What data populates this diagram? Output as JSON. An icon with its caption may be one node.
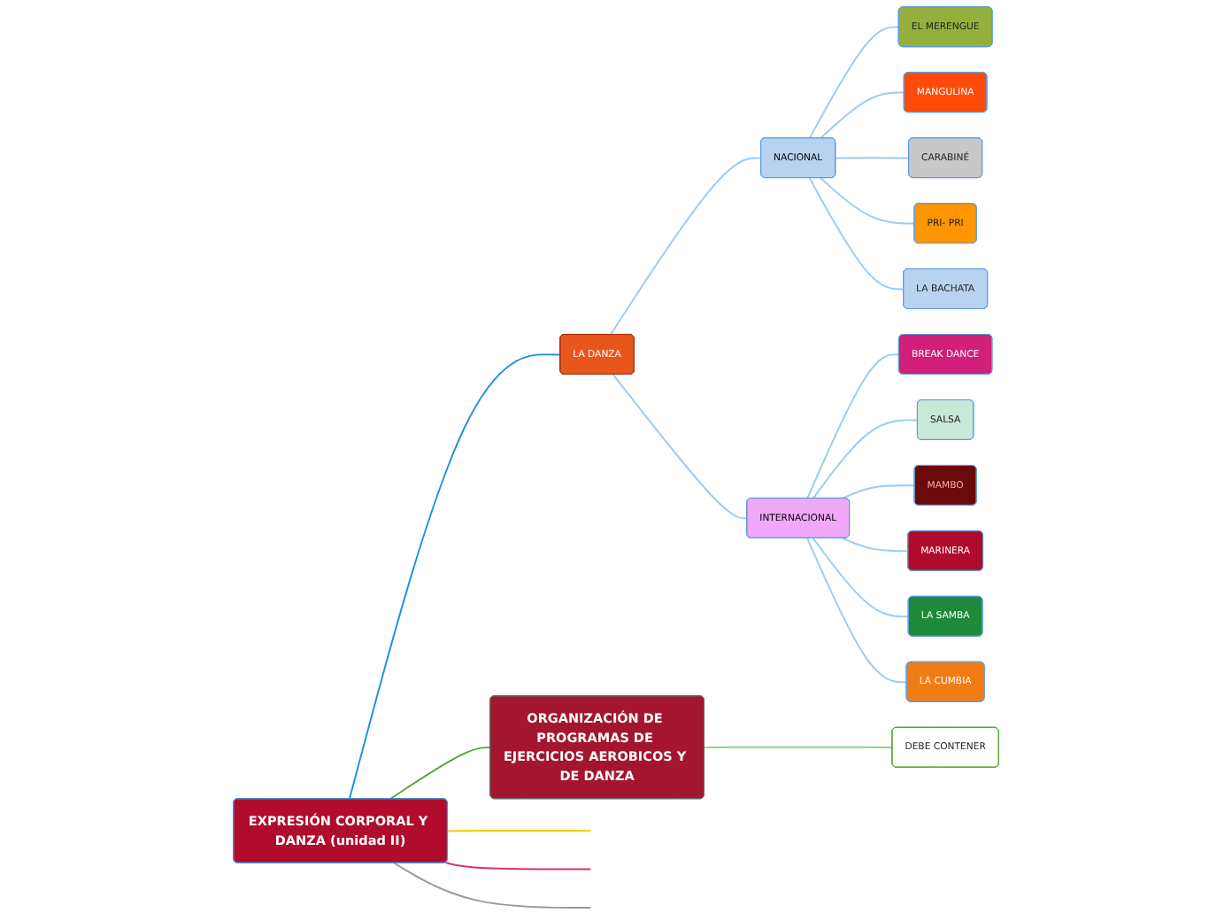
{
  "diagram": {
    "nodes": [
      {
        "text": [
          "EXPRESIÓN CORPORAL Y DANZA (unidad II)"
        ]
      },
      {
        "text": [
          "LA DANZA"
        ]
      },
      {
        "text": [
          "NACIONAL"
        ]
      },
      {
        "text": [
          "EL MERENGUE"
        ]
      },
      {
        "text": [
          "MANGULINA"
        ]
      },
      {
        "text": [
          "CARABINÉ"
        ]
      },
      {
        "text": [
          "PRI- PRI"
        ]
      },
      {
        "text": [
          "LA BACHATA"
        ]
      },
      {
        "text": [
          "INTERNACIONAL"
        ]
      },
      {
        "text": [
          "BREAK DANCE"
        ]
      },
      {
        "text": [
          "SALSA"
        ]
      },
      {
        "text": [
          "MAMBO"
        ]
      },
      {
        "text": [
          "MARINERA"
        ]
      },
      {
        "text": [
          "LA SAMBA"
        ]
      },
      {
        "text": [
          "LA CUMBIA"
        ]
      },
      {
        "text": [
          "ORGANIZACIÓN DE PROGRAMAS DE EJERCICIOS AEROBICOS Y DE DANZA"
        ]
      },
      {
        "text": [
          "DEBE CONTENER"
        ]
      }
    ],
    "edges": [
      {
        "from": 0,
        "to": 1,
        "arrow": "none",
        "color": "#1e90e0"
      },
      {
        "from": 1,
        "to": 2,
        "arrow": "none"
      },
      {
        "from": 2,
        "to": 3,
        "arrow": "none"
      },
      {
        "from": 2,
        "to": 4,
        "arrow": "none"
      },
      {
        "from": 2,
        "to": 5,
        "arrow": "none"
      },
      {
        "from": 2,
        "to": 6,
        "arrow": "none"
      },
      {
        "from": 2,
        "to": 7,
        "arrow": "none"
      },
      {
        "from": 1,
        "to": 8,
        "arrow": "none"
      },
      {
        "from": 8,
        "to": 9,
        "arrow": "none"
      },
      {
        "from": 8,
        "to": 10,
        "arrow": "none"
      },
      {
        "from": 8,
        "to": 11,
        "arrow": "none"
      },
      {
        "from": 8,
        "to": 12,
        "arrow": "none"
      },
      {
        "from": 8,
        "to": 13,
        "arrow": "none"
      },
      {
        "from": 8,
        "to": 14,
        "arrow": "none"
      },
      {
        "from": 0,
        "to": 15,
        "arrow": "none",
        "color": "#5aa33a"
      },
      {
        "from": 15,
        "to": 16,
        "arrow": "none",
        "color": "#8fd08f"
      },
      {
        "from": 0,
        "to": null,
        "arrow": "none",
        "color": "#f5c800"
      },
      {
        "from": 0,
        "to": null,
        "arrow": "none",
        "color": "#e0306a"
      },
      {
        "from": 0,
        "to": null,
        "arrow": "none",
        "color": "#999999"
      }
    ]
  }
}
